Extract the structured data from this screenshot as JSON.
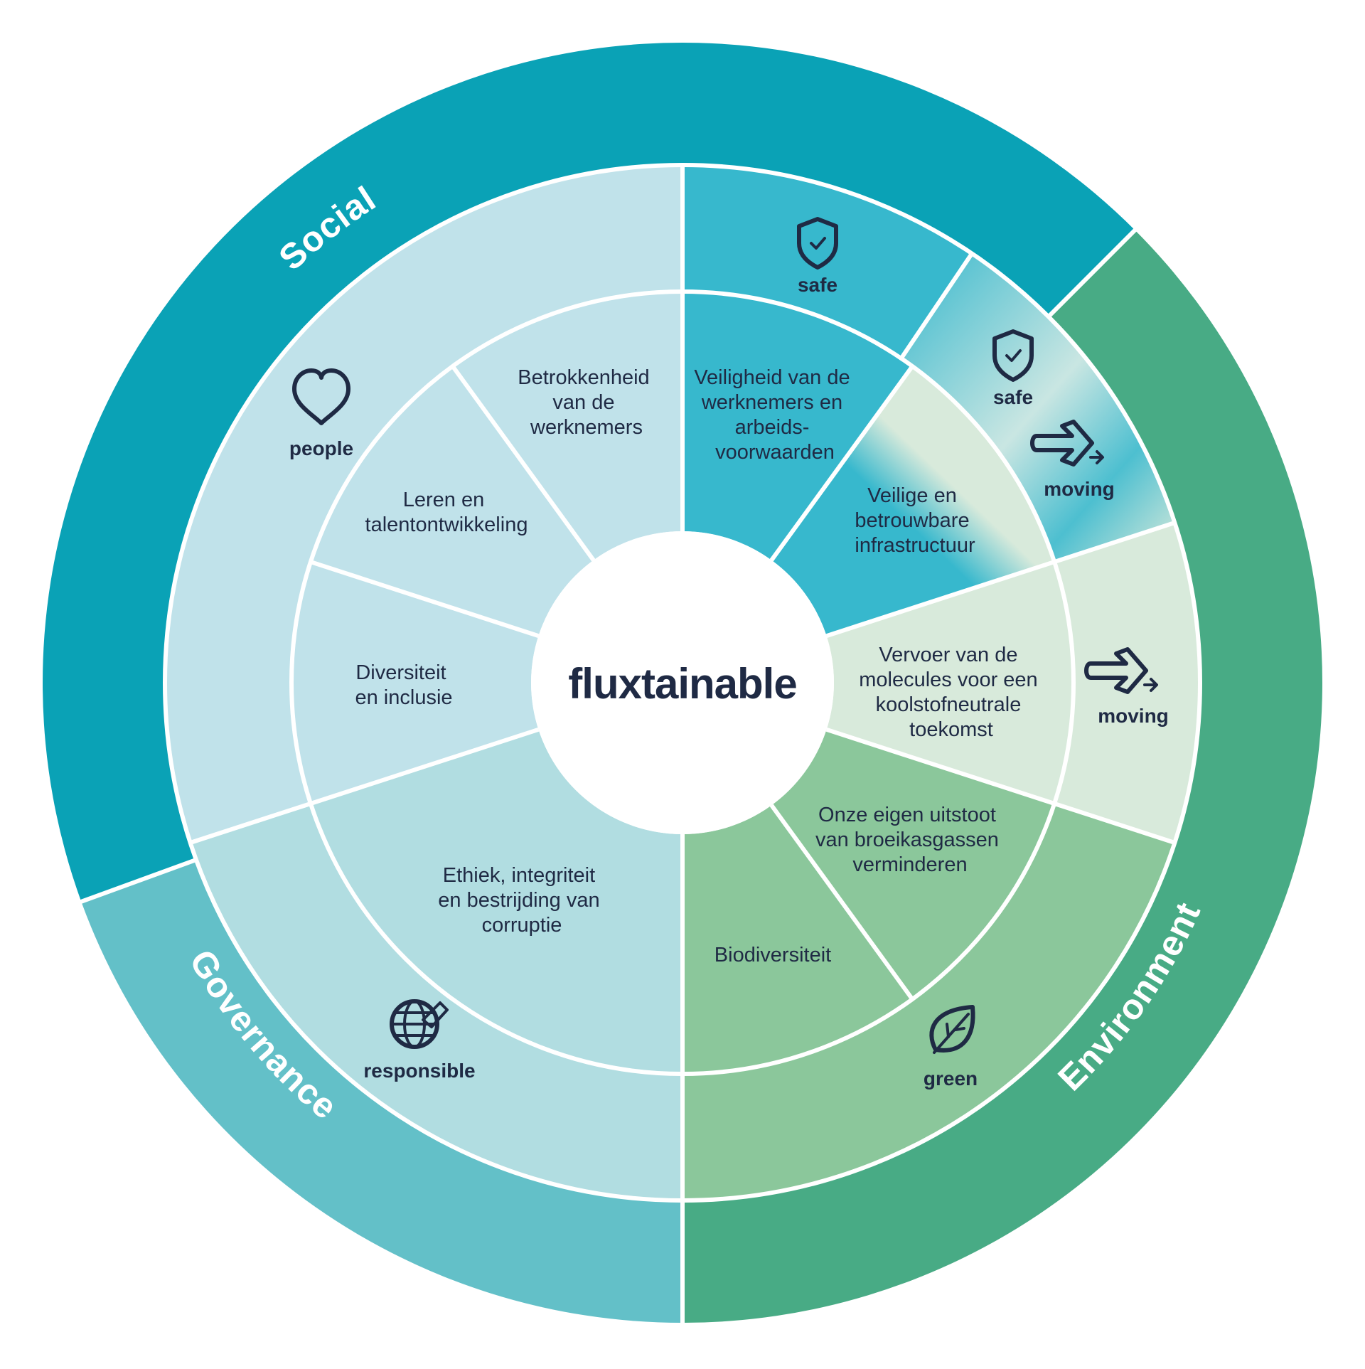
{
  "center": {
    "brand": "fluxtainable",
    "colors": {
      "text": "#1f2a44",
      "fill": "#ffffff"
    }
  },
  "pillars": {
    "social": {
      "label": "Social",
      "color": "#0aa2b6"
    },
    "environment": {
      "label": "Environment",
      "color": "#48ab85"
    },
    "governance": {
      "label": "Governance",
      "color": "#63c0c8"
    }
  },
  "middle_ring": {
    "people": {
      "label": "people",
      "icon": "heart-icon",
      "color": "#c0e2ea"
    },
    "safe_top": {
      "label": "safe",
      "icon": "shield-check-icon",
      "color": "#37b8cd"
    },
    "safe_moving": {
      "safe_label": "safe",
      "moving_label": "moving",
      "icons": [
        "shield-check-icon",
        "arrow-right-icon"
      ],
      "colors": [
        "#37b8cd",
        "#d8eadb"
      ]
    },
    "moving": {
      "label": "moving",
      "icon": "arrow-right-icon",
      "color": "#d8eadb"
    },
    "green": {
      "label": "green",
      "icon": "leaf-icon",
      "color": "#8bc79b"
    },
    "responsible": {
      "label": "responsible",
      "icon": "globe-hand-icon",
      "color": "#b1dde1"
    }
  },
  "inner_ring": {
    "betrokkenheid": [
      "Betrokkenheid",
      "van de",
      "werknemers"
    ],
    "leren": [
      "Leren en",
      "talentontwikkeling"
    ],
    "diversiteit": [
      "Diversiteit",
      "en inclusie"
    ],
    "ethiek": [
      "Ethiek, integriteit",
      "en bestrijding van",
      "corruptie"
    ],
    "biodiversiteit": [
      "Biodiversiteit"
    ],
    "uitstoot": [
      "Onze eigen uitstoot",
      "van broeikasgassen",
      "verminderen"
    ],
    "vervoer": [
      "Vervoer van de",
      "molecules voor een",
      "koolstofneutrale",
      "toekomst"
    ],
    "infrastructuur": [
      "Veilige en",
      "betrouwbare",
      "infrastructuur"
    ],
    "veiligheid": [
      "Veiligheid van de",
      "werknemers en",
      "arbeids-",
      "voorwaarden"
    ]
  }
}
